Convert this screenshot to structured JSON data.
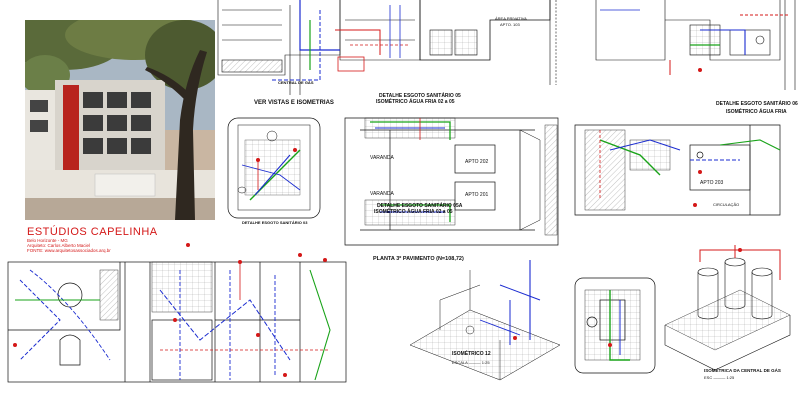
{
  "project": {
    "title": "ESTÚDIOS CAPELINHA",
    "lines": [
      "Belo Horizonte - MG",
      "Arquiteto: Carlos Alberto Maciel",
      "FONTE: www.arquitetosassociados.arq.br"
    ]
  },
  "labels": {
    "ver_vistas": "VER VISTAS E ISOMETRIAS",
    "central_gas": "CENTRAL DE GÁS",
    "area_privativa": "ÁREA PRIVATIVA",
    "apto_103": "APTO. 103",
    "detalhe_05_a": "DETALHE ESGOTO SANITÁRIO 05",
    "detalhe_05_b": "ISOMÉTRICO ÁGUA FRIA 02 a 05",
    "detalhe_06_a": "DETALHE ESGOTO SANITÁRIO 06",
    "detalhe_06_b": "ISOMÉTRICO ÁGUA FRIA",
    "detalhe_03": "DETALHE ESGOTO SANITÁRIO 03",
    "detalhe_05a_a": "DETALHE ESGOTO SANITÁRIO 05A",
    "detalhe_05a_b": "ISOMÉTRICO ÁGUA FRIA 02 a 05",
    "varanda_1": "VARANDA",
    "varanda_2": "VARANDA",
    "apto_202": "APTO 202",
    "apto_201": "APTO 201",
    "apto_203": "APTO 203",
    "circulacao": "CIRCULAÇÃO",
    "planta": "PLANTA 3º PAVIMENTO (N=108,72)",
    "isometrico_12": "ISOMÉTRICO 12",
    "isometrica_gas": "ISOMÉTRICA DA CENTRAL DE GÁS",
    "escala_1": "ESCALA ——— 1:25",
    "escala_2": "ESC ——— 1:25"
  },
  "colors": {
    "red": "#d41818",
    "blue": "#1a2bd0",
    "green": "#19a319",
    "black": "#111111"
  }
}
